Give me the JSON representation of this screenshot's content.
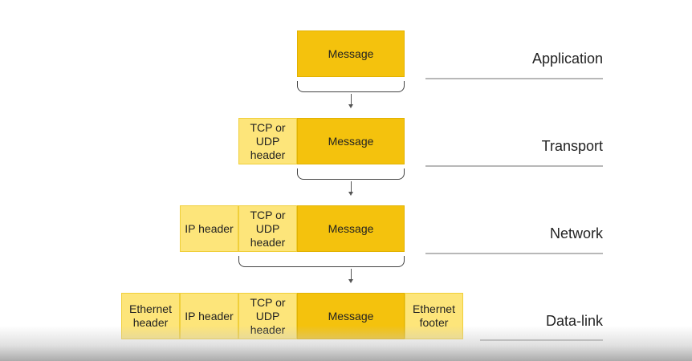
{
  "colors": {
    "message_fill": "#f4c20d",
    "header_fill": "#fde57a",
    "rule": "#b8b8b8"
  },
  "layers": [
    {
      "label": "Application",
      "message": "Message"
    },
    {
      "label": "Transport",
      "tcp_udp_header": "TCP or UDP header",
      "message": "Message"
    },
    {
      "label": "Network",
      "ip_header": "IP header",
      "tcp_udp_header": "TCP or UDP header",
      "message": "Message"
    },
    {
      "label": "Data-link",
      "ethernet_header": "Ethernet header",
      "ip_header": "IP header",
      "tcp_udp_header": "TCP or UDP header",
      "message": "Message",
      "ethernet_footer": "Ethernet footer"
    }
  ]
}
